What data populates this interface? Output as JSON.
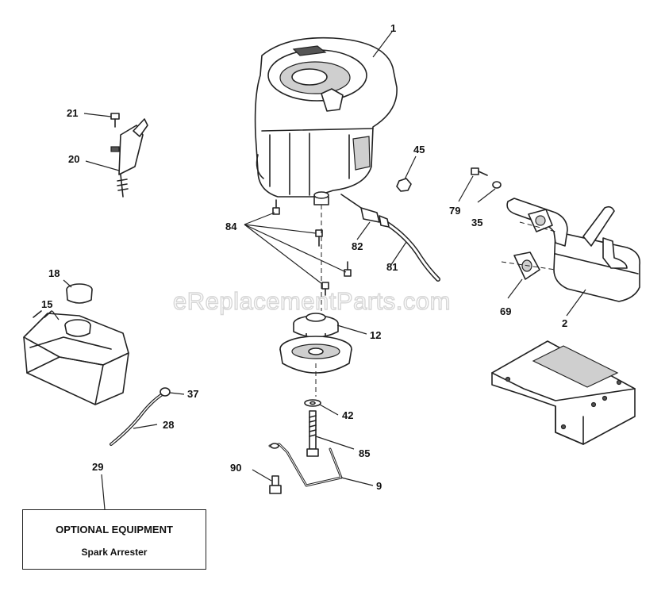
{
  "watermark": "eReplacementParts.com",
  "optional_box": {
    "title": "OPTIONAL EQUIPMENT",
    "item": "Spark Arrester"
  },
  "callouts": {
    "c1": "1",
    "c2": "2",
    "c9": "9",
    "c12": "12",
    "c15": "15",
    "c18": "18",
    "c20": "20",
    "c21": "21",
    "c28": "28",
    "c29": "29",
    "c35": "35",
    "c37": "37",
    "c42": "42",
    "c45": "45",
    "c69": "69",
    "c79": "79",
    "c81": "81",
    "c82": "82",
    "c84": "84",
    "c85": "85",
    "c90": "90"
  }
}
